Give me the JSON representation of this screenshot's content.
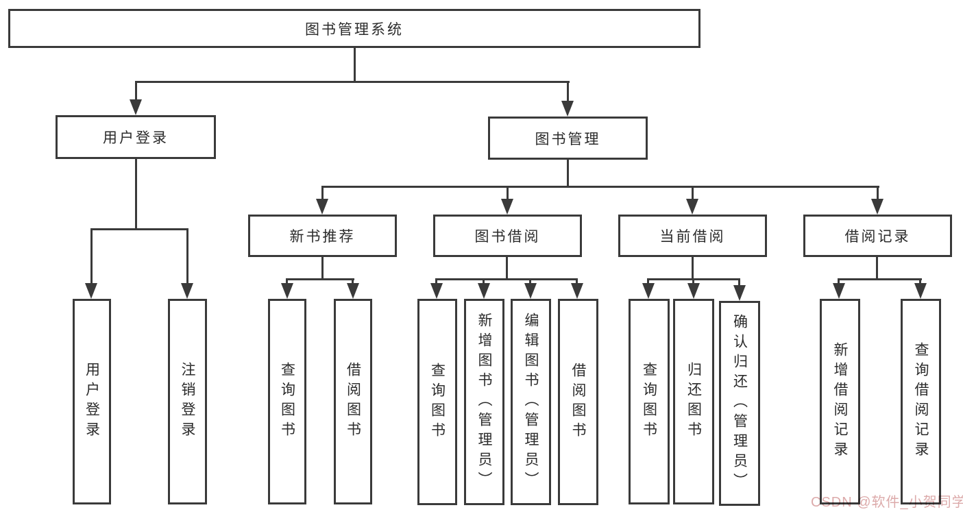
{
  "diagram": {
    "root": {
      "label": "图书管理系统"
    },
    "branches": [
      {
        "label": "用户登录",
        "children": [
          {
            "label": "用户登录"
          },
          {
            "label": "注销登录"
          }
        ]
      },
      {
        "label": "图书管理",
        "children": [
          {
            "label": "新书推荐",
            "children": [
              {
                "label": "查询图书"
              },
              {
                "label": "借阅图书"
              }
            ]
          },
          {
            "label": "图书借阅",
            "children": [
              {
                "label": "查询图书"
              },
              {
                "label": "新增图书（管理员）"
              },
              {
                "label": "编辑图书（管理员）"
              },
              {
                "label": "借阅图书"
              }
            ]
          },
          {
            "label": "当前借阅",
            "children": [
              {
                "label": "查询图书"
              },
              {
                "label": "归还图书"
              },
              {
                "label": "确认归还（管理员）"
              }
            ]
          },
          {
            "label": "借阅记录",
            "children": [
              {
                "label": "新增借阅记录"
              },
              {
                "label": "查询借阅记录"
              }
            ]
          }
        ]
      }
    ]
  },
  "watermark": {
    "text": "CSDN @软件_小贺同学"
  },
  "colors": {
    "line": "#3a3a3a",
    "text": "#2b2b2b",
    "watermark": "#dcaaaa",
    "background": "#ffffff"
  }
}
